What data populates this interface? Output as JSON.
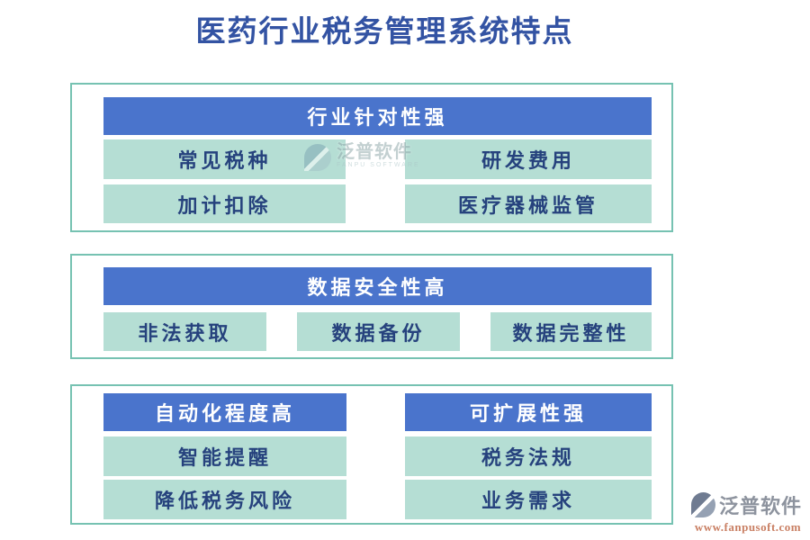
{
  "title": "医药行业税务管理系统特点",
  "colors": {
    "header_bg": "#4a74cc",
    "box_bg": "#b5ded4",
    "panel_border": "#76c2b2",
    "box_text": "#26427d",
    "title_text": "#3353a3",
    "url_color": "#c97f63"
  },
  "sections": [
    {
      "header": "行业针对性强",
      "items": [
        "常见税种",
        "研发费用",
        "加计扣除",
        "医疗器械监管"
      ]
    },
    {
      "header": "数据安全性高",
      "items": [
        "非法获取",
        "数据备份",
        "数据完整性"
      ]
    },
    {
      "columns": [
        {
          "header": "自动化程度高",
          "items": [
            "智能提醒",
            "降低税务风险"
          ]
        },
        {
          "header": "可扩展性强",
          "items": [
            "税务法规",
            "业务需求"
          ]
        }
      ]
    }
  ],
  "watermarks": {
    "center": {
      "brand": "泛普软件",
      "subtitle": "FANPU SOFTWARE"
    },
    "corner": {
      "brand": "泛普软件",
      "url": "www.fanpusoft.com"
    }
  }
}
